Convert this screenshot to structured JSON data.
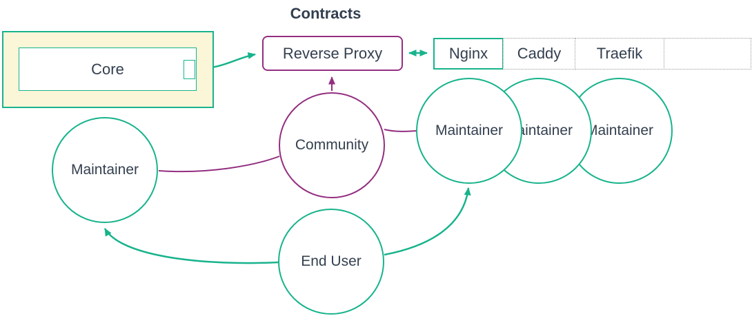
{
  "title": "Contracts",
  "colors": {
    "teal": "#17b38c",
    "purple": "#932e80",
    "text": "#333f4f",
    "container_fill": "#fcf6d8",
    "dotted_border": "#999999"
  },
  "nodes": {
    "core": {
      "label": "Core"
    },
    "reverse_proxy": {
      "label": "Reverse Proxy"
    },
    "proxy_options": {
      "cells": [
        {
          "label": "Nginx",
          "border": "solid-teal"
        },
        {
          "label": "Caddy",
          "border": "dotted-gray"
        },
        {
          "label": "Traefik",
          "border": "dotted-gray"
        },
        {
          "label": "",
          "border": "dotted-gray"
        }
      ]
    },
    "maintainer_left": {
      "label": "Maintainer"
    },
    "community": {
      "label": "Community"
    },
    "maintainers_right": [
      {
        "label": "Maintainer"
      },
      {
        "label": "Maintainer"
      },
      {
        "label": "Maintainer"
      }
    ],
    "end_user": {
      "label": "End User"
    }
  },
  "edges": [
    {
      "from": "Core",
      "to": "Reverse Proxy",
      "color": "teal",
      "arrow": "end"
    },
    {
      "from": "Reverse Proxy",
      "to": "Nginx",
      "color": "teal",
      "arrow": "both"
    },
    {
      "from": "Community",
      "to": "Reverse Proxy",
      "color": "purple",
      "arrow": "end"
    },
    {
      "from": "Maintainer (left)",
      "to": "Community",
      "color": "purple",
      "arrow": "none"
    },
    {
      "from": "Community",
      "to": "Maintainer (right)",
      "color": "purple",
      "arrow": "none"
    },
    {
      "from": "End User",
      "to": "Maintainer (left)",
      "color": "teal",
      "arrow": "end"
    },
    {
      "from": "End User",
      "to": "Maintainer (right)",
      "color": "teal",
      "arrow": "end"
    }
  ]
}
